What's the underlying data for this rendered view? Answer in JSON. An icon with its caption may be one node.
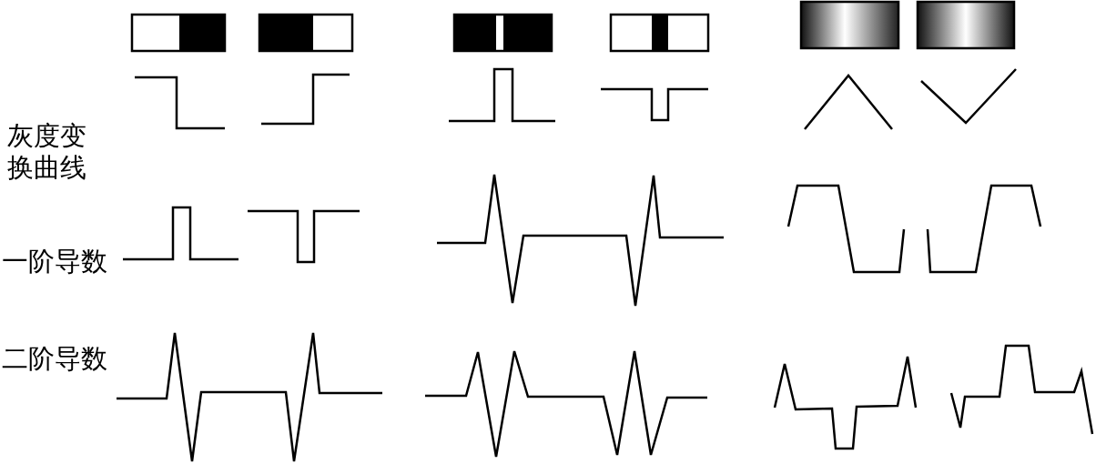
{
  "diagram": {
    "labels": [
      "灰度变换曲线",
      "一阶导数",
      "二阶导数"
    ]
  }
}
